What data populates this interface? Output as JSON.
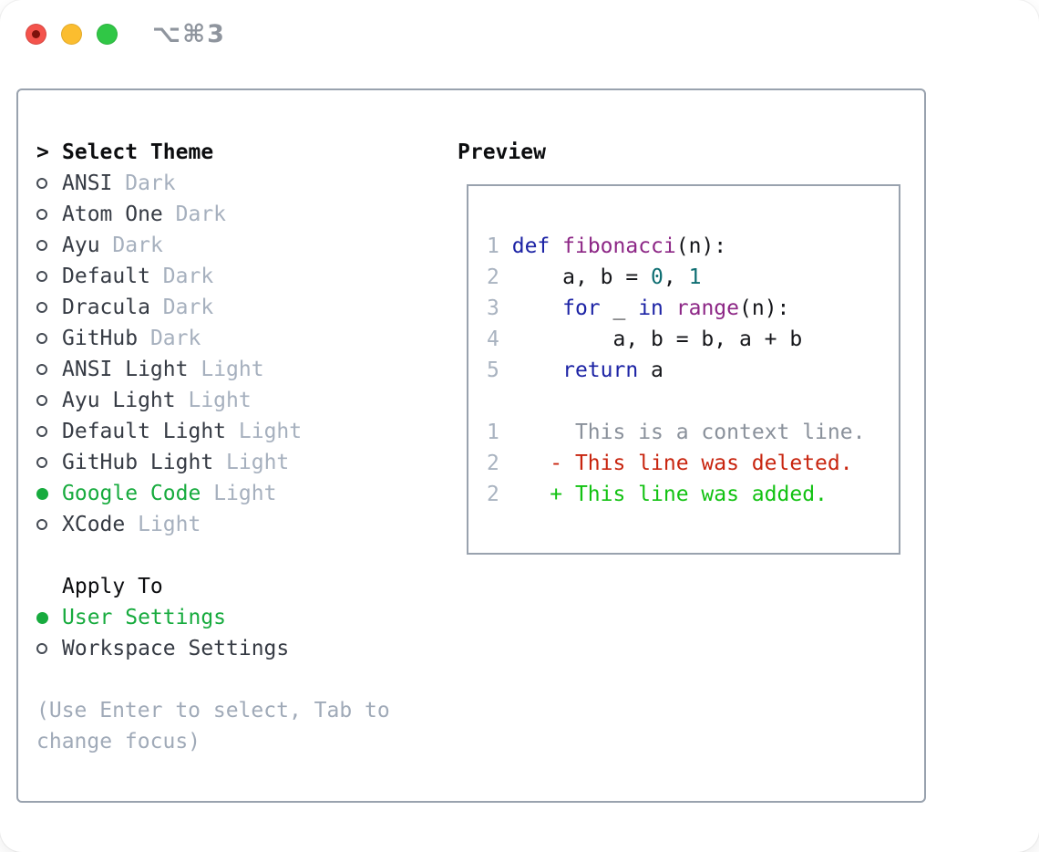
{
  "window": {
    "title": "⌥⌘3"
  },
  "theme_picker": {
    "header": "Select Theme",
    "header_marker": ">",
    "items": [
      {
        "name": "ANSI",
        "variant": "Dark",
        "selected": false
      },
      {
        "name": "Atom One",
        "variant": "Dark",
        "selected": false
      },
      {
        "name": "Ayu",
        "variant": "Dark",
        "selected": false
      },
      {
        "name": "Default",
        "variant": "Dark",
        "selected": false
      },
      {
        "name": "Dracula",
        "variant": "Dark",
        "selected": false
      },
      {
        "name": "GitHub",
        "variant": "Dark",
        "selected": false
      },
      {
        "name": "ANSI Light",
        "variant": "Light",
        "selected": false
      },
      {
        "name": "Ayu Light",
        "variant": "Light",
        "selected": false
      },
      {
        "name": "Default Light",
        "variant": "Light",
        "selected": false
      },
      {
        "name": "GitHub Light",
        "variant": "Light",
        "selected": false
      },
      {
        "name": "Google Code",
        "variant": "Light",
        "selected": true
      },
      {
        "name": "XCode",
        "variant": "Light",
        "selected": false
      }
    ],
    "apply_to": {
      "label": "Apply To",
      "options": [
        {
          "name": "User Settings",
          "selected": true
        },
        {
          "name": "Workspace Settings",
          "selected": false
        }
      ]
    },
    "hint_line1": "(Use Enter to select, Tab to",
    "hint_line2": "change focus)"
  },
  "preview": {
    "header": "Preview",
    "lines": [
      {
        "segments": [
          {
            "t": "1",
            "s": "num"
          },
          {
            "t": " ",
            "s": "plain"
          },
          {
            "t": "def",
            "s": "kw"
          },
          {
            "t": " ",
            "s": "plain"
          },
          {
            "t": "fibonacci",
            "s": "fn"
          },
          {
            "t": "(n):",
            "s": "plain"
          }
        ]
      },
      {
        "segments": [
          {
            "t": "2",
            "s": "num"
          },
          {
            "t": "     a, b = ",
            "s": "plain"
          },
          {
            "t": "0",
            "s": "lit"
          },
          {
            "t": ", ",
            "s": "plain"
          },
          {
            "t": "1",
            "s": "lit"
          }
        ]
      },
      {
        "segments": [
          {
            "t": "3",
            "s": "num"
          },
          {
            "t": "     ",
            "s": "plain"
          },
          {
            "t": "for",
            "s": "kw"
          },
          {
            "t": " _ ",
            "s": "plain"
          },
          {
            "t": "in",
            "s": "kw"
          },
          {
            "t": " ",
            "s": "plain"
          },
          {
            "t": "range",
            "s": "fn"
          },
          {
            "t": "(n):",
            "s": "plain"
          }
        ]
      },
      {
        "segments": [
          {
            "t": "4",
            "s": "num"
          },
          {
            "t": "         a, b = b, a + b",
            "s": "plain"
          }
        ]
      },
      {
        "segments": [
          {
            "t": "5",
            "s": "num"
          },
          {
            "t": "     ",
            "s": "plain"
          },
          {
            "t": "return",
            "s": "kw"
          },
          {
            "t": " a",
            "s": "plain"
          }
        ]
      },
      {
        "segments": []
      },
      {
        "segments": [
          {
            "t": "1",
            "s": "num"
          },
          {
            "t": "      ",
            "s": "plain"
          },
          {
            "t": "This is a context line.",
            "s": "ctx"
          }
        ]
      },
      {
        "segments": [
          {
            "t": "2",
            "s": "num"
          },
          {
            "t": "    ",
            "s": "plain"
          },
          {
            "t": "- This line was deleted.",
            "s": "del"
          }
        ]
      },
      {
        "segments": [
          {
            "t": "2",
            "s": "num"
          },
          {
            "t": "    ",
            "s": "plain"
          },
          {
            "t": "+ This line was added.",
            "s": "add"
          }
        ]
      }
    ]
  },
  "colors": {
    "green_selected": "#17ab3e",
    "added": "#12c212",
    "deleted": "#c8250f",
    "keyword": "#1c23a5",
    "function": "#8d2786",
    "literal": "#0e6e72",
    "context": "#8a919b",
    "line_number": "#a9b3c0",
    "code_plain": "#15161a",
    "variant": "#a6b0be",
    "hint": "#a0aab8",
    "name": "#363b44",
    "header": "#0c0d0f",
    "bullet": "#464c55",
    "panel_border": "#99a2ae",
    "title": "#8f959e",
    "traffic_red": "#f4534c",
    "traffic_red_dot": "#7e120c",
    "traffic_yellow": "#fbbd2f",
    "traffic_green": "#30c746"
  }
}
